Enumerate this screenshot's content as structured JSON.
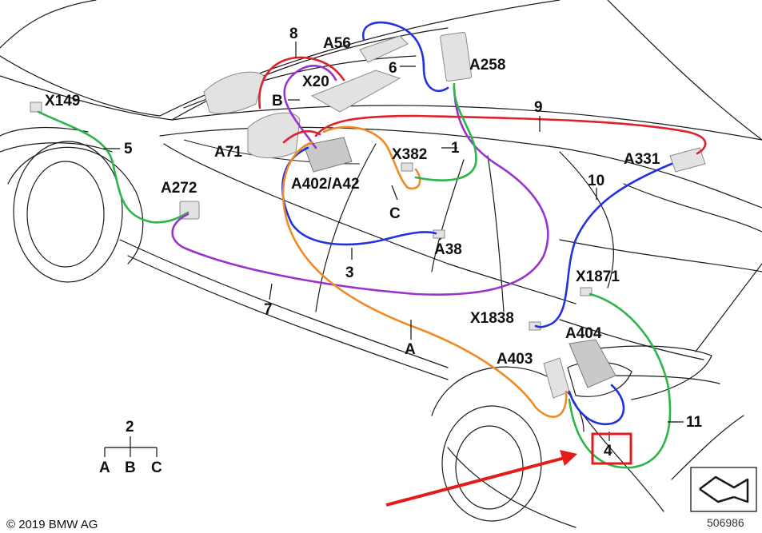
{
  "colors": {
    "red": "#e0202a",
    "blue": "#2233dd",
    "green": "#2db54a",
    "purple": "#9a33cc",
    "orange": "#f08a24",
    "highlight": "#e31b1b"
  },
  "labels": {
    "x149": "X149",
    "n5": "5",
    "a272": "A272",
    "a71": "A71",
    "b": "B",
    "x20": "X20",
    "n8": "8",
    "a56": "A56",
    "n6": "6",
    "a258": "A258",
    "n9": "9",
    "a331": "A331",
    "n1": "1",
    "x382": "X382",
    "a402": "A402/A42",
    "c": "C",
    "a38": "A38",
    "n3": "3",
    "n10": "10",
    "x1871": "X1871",
    "n7": "7",
    "x1838": "X1838",
    "a404": "A404",
    "a": "A",
    "a403": "A403",
    "n11": "11",
    "n4": "4"
  },
  "legend": {
    "root": "2",
    "branch_a": "A",
    "branch_b": "B",
    "branch_c": "C"
  },
  "footer": {
    "copyright": "© 2019 BMW AG",
    "doc_number": "506986"
  }
}
